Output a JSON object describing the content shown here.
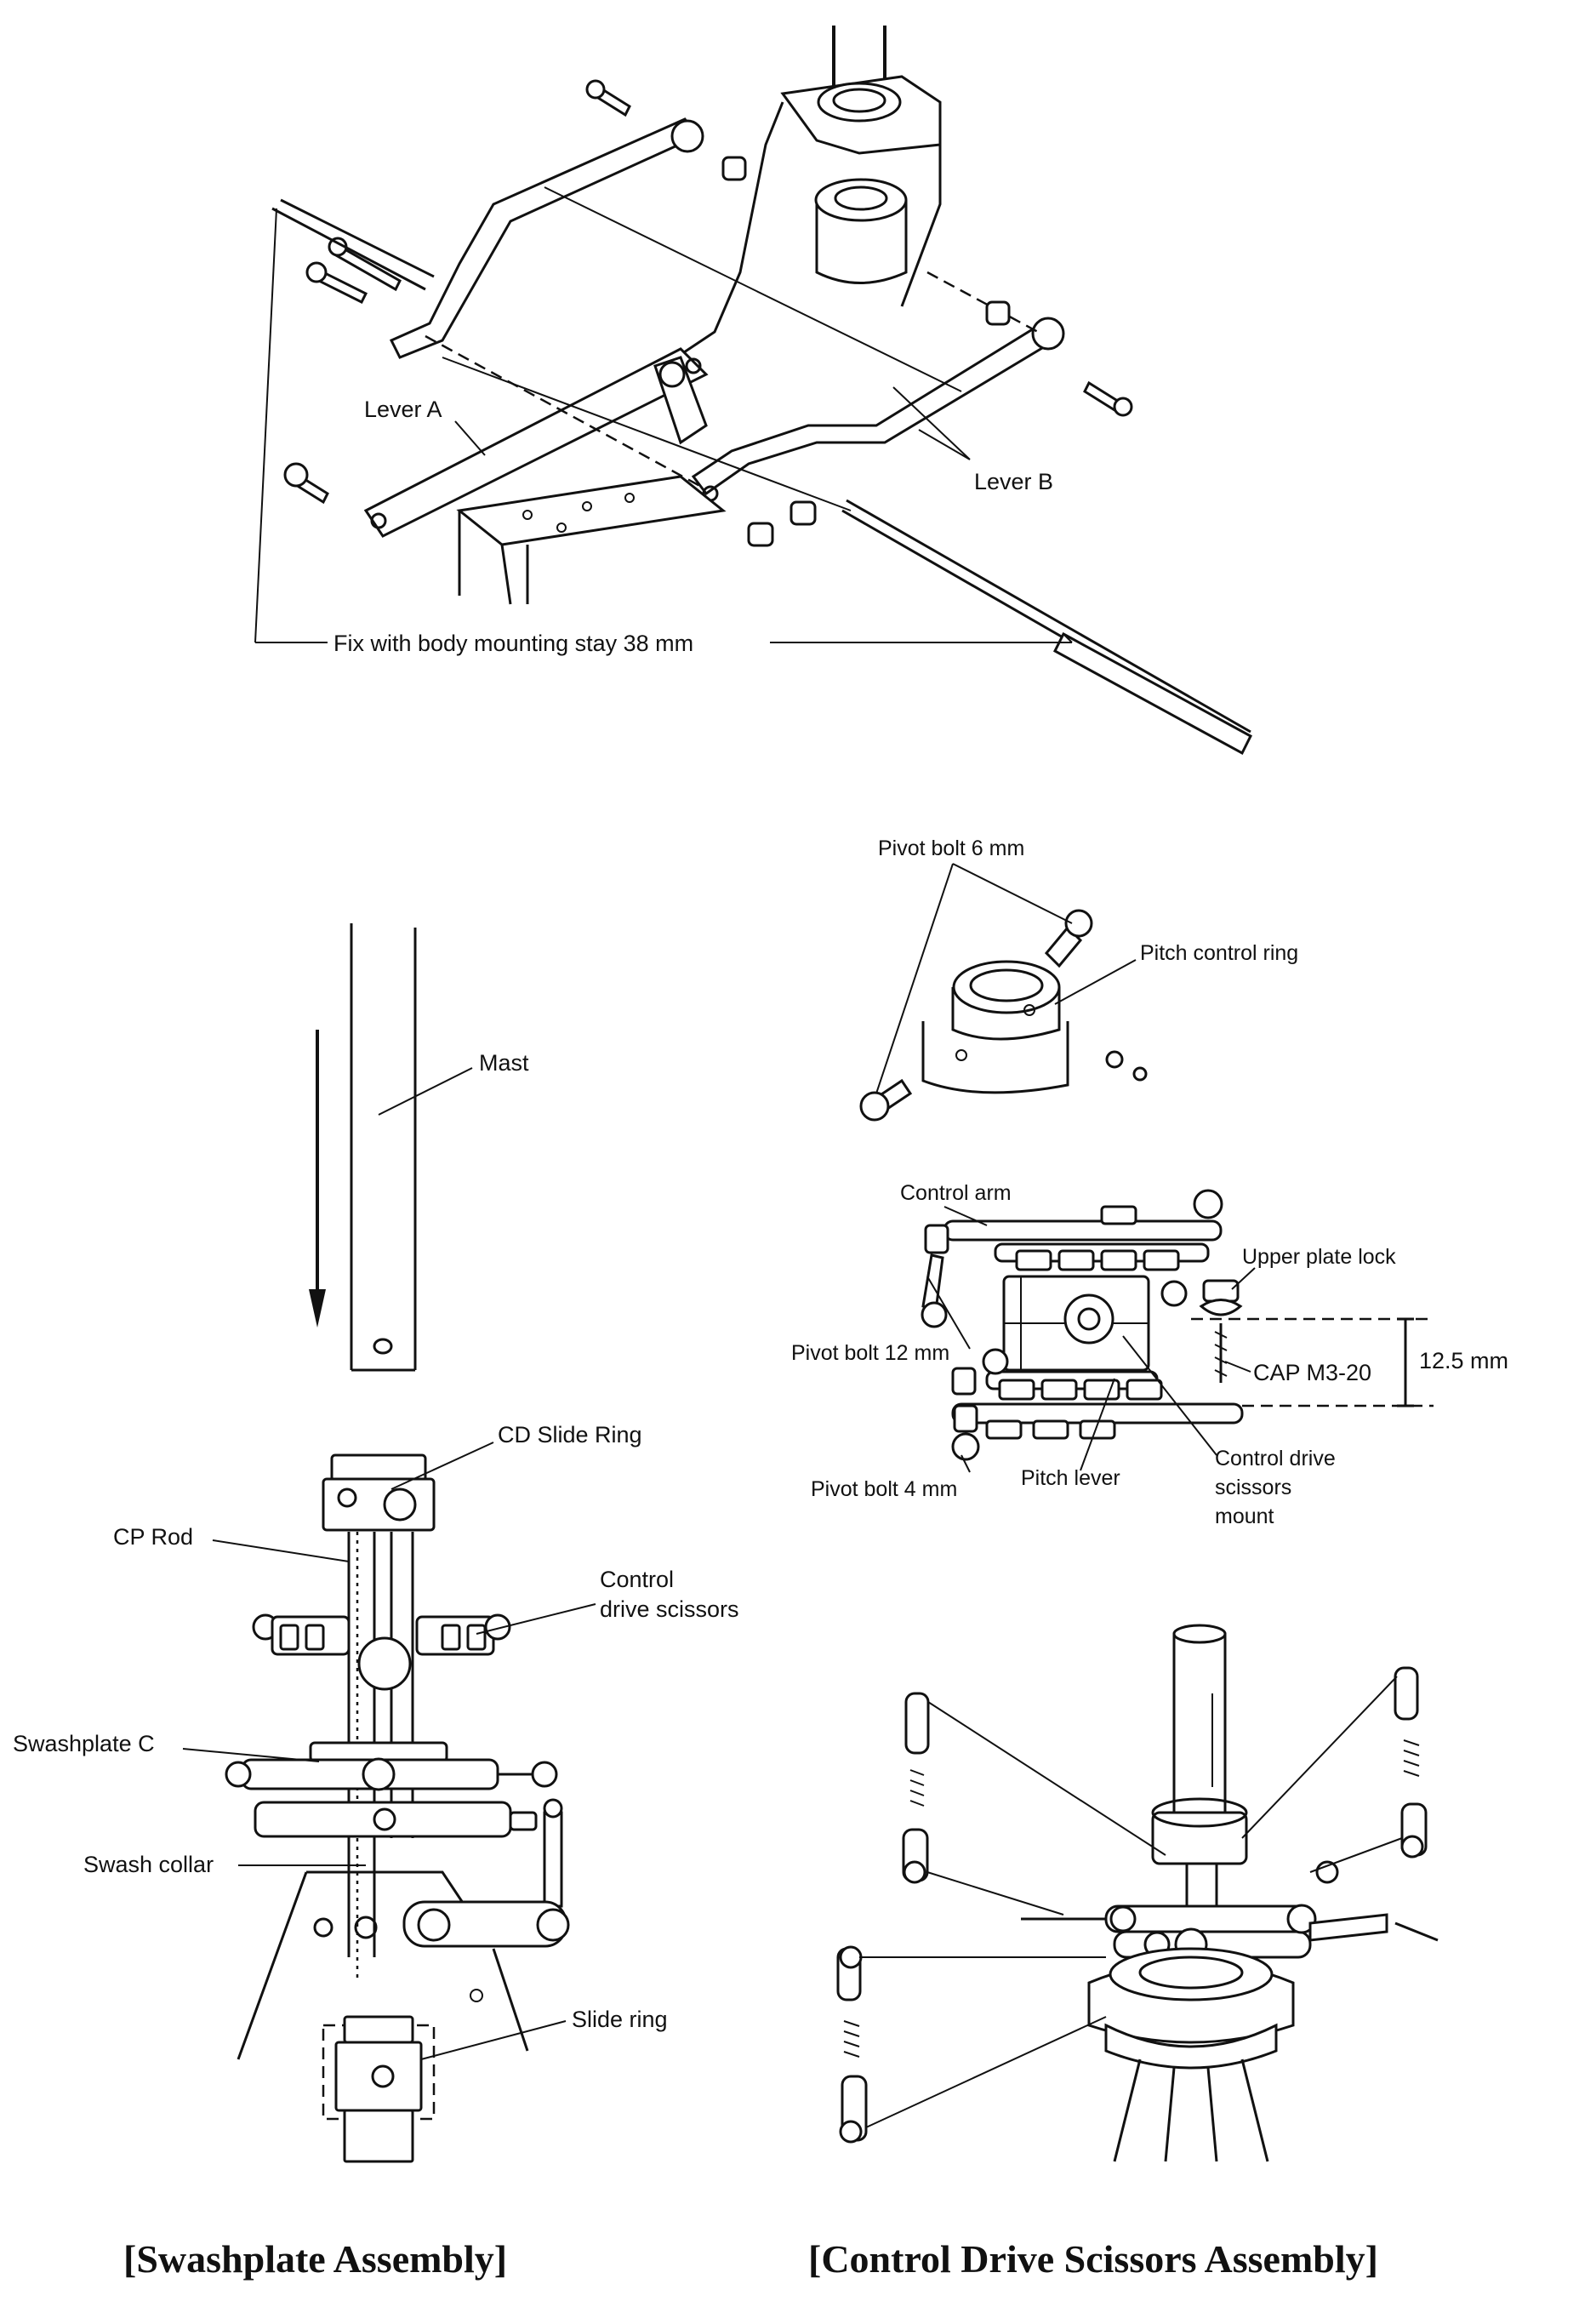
{
  "top_assembly": {
    "label_lever_a": "Lever A",
    "label_lever_b": "Lever B",
    "label_fix": "Fix with body mounting stay 38 mm"
  },
  "pitch_ring_detail": {
    "label_pivot_bolt_6": "Pivot bolt 6 mm",
    "label_pitch_control_ring": "Pitch control ring"
  },
  "mast_detail": {
    "label_mast": "Mast"
  },
  "scissors_detail": {
    "label_control_arm": "Control arm",
    "label_upper_plate_lock": "Upper plate lock",
    "label_pivot_bolt_12": "Pivot bolt 12 mm",
    "label_cap": "CAP M3-20",
    "label_dimension": "12.5 mm",
    "label_pivot_bolt_4": "Pivot bolt 4 mm",
    "label_pitch_lever": "Pitch lever",
    "label_mount_line1": "Control drive",
    "label_mount_line2": "scissors",
    "label_mount_line3": "mount"
  },
  "swashplate_assembly": {
    "label_cd_slide_ring": "CD Slide Ring",
    "label_cp_rod": "CP Rod",
    "label_control_line1": "Control",
    "label_control_line2": "drive scissors",
    "label_swashplate_c": "Swashplate C",
    "label_swash_collar": "Swash collar",
    "label_slide_ring": "Slide ring",
    "caption": "[Swashplate Assembly]"
  },
  "scissors_assembly": {
    "caption": "[Control Drive Scissors Assembly]"
  }
}
